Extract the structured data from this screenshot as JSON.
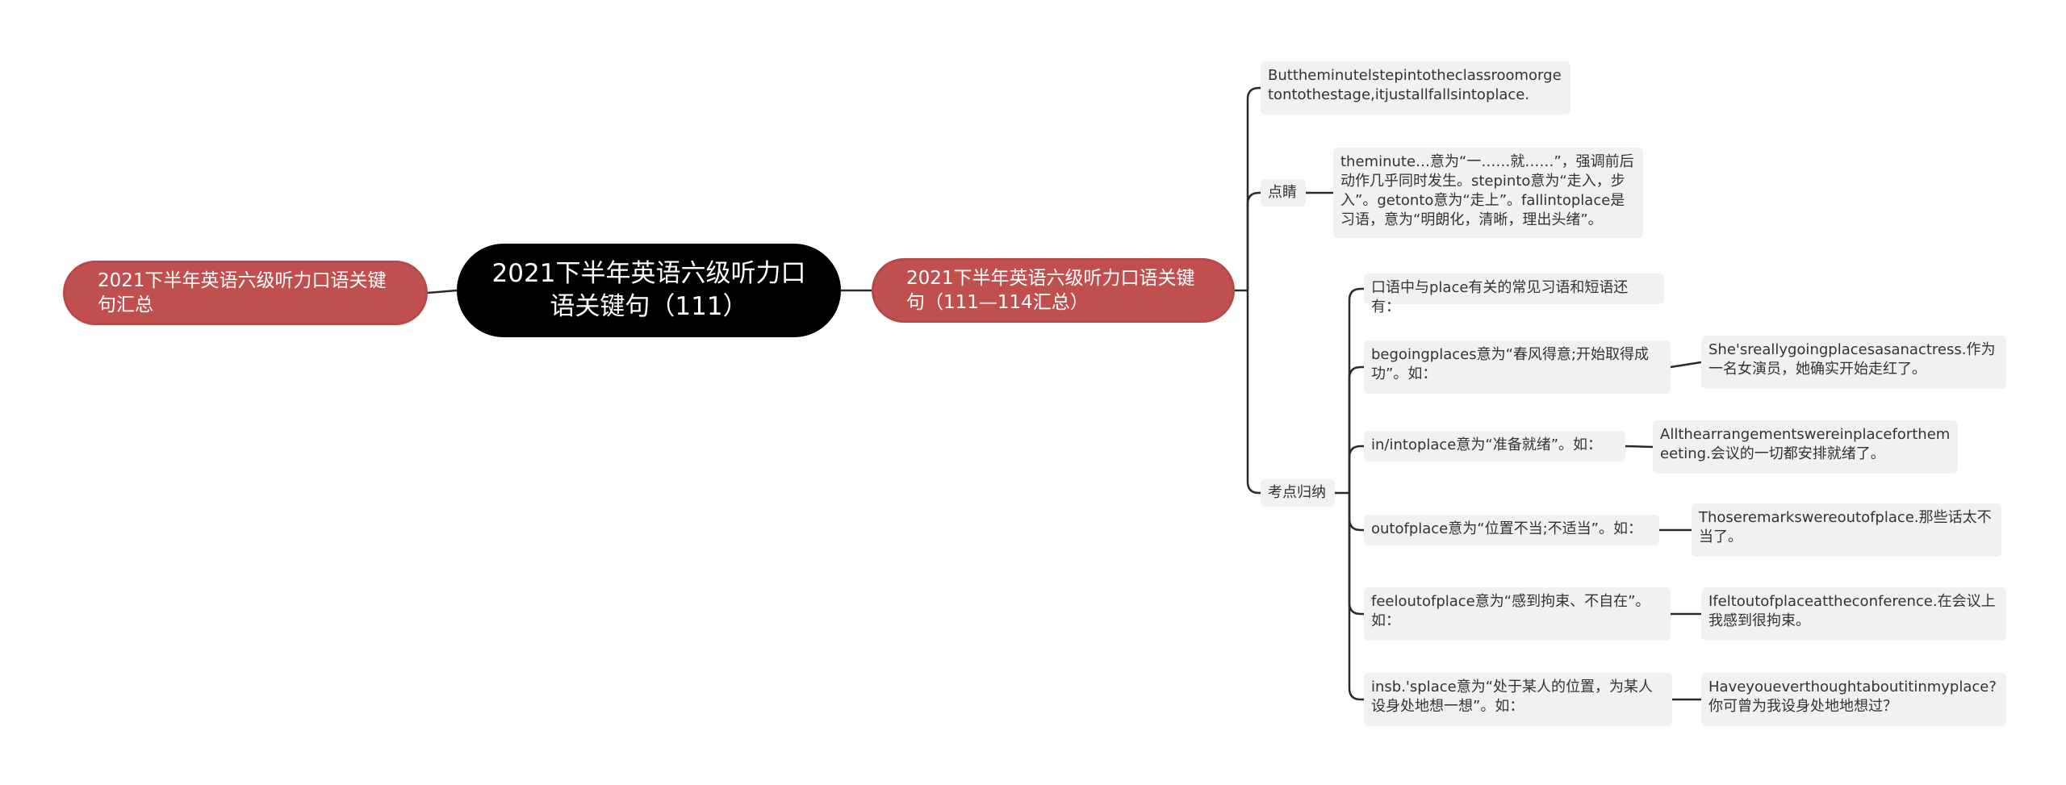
{
  "colors": {
    "root_bg": "#000000",
    "main_bg": "#c05050",
    "sub_bg": "#f1f1f1",
    "line": "#2b2b2b",
    "text": "#333333"
  },
  "root": {
    "label": "2021下半年英语六级听力口语关键句（111）"
  },
  "left_branch": {
    "label": "2021下半年英语六级听力口语关键句汇总"
  },
  "right_branch": {
    "label": "2021下半年英语六级听力口语关键句（111—114汇总）",
    "intro": "Buttheminutelstepintotheclassroomorgetontothestage,itjustallfallsintoplace.",
    "dianjing": {
      "label": "点睛",
      "note": "theminute…意为“一……就……”，强调前后动作几乎同时发生。stepinto意为“走入，步入”。getonto意为“走上”。fallintoplace是习语，意为“明朗化，清晰，理出头绪”。"
    },
    "kaodian": {
      "label": "考点归纳",
      "items": [
        {
          "text": "口语中与place有关的常见习语和短语还有：",
          "example": ""
        },
        {
          "text": "begoingplaces意为“春风得意;开始取得成功”。如：",
          "example": "She'sreallygoingplacesasanactress.作为一名女演员，她确实开始走红了。"
        },
        {
          "text": "in/intoplace意为“准备就绪”。如：",
          "example": "Allthearrangementswereinplaceforthemeeting.会议的一切都安排就绪了。"
        },
        {
          "text": "outofplace意为“位置不当;不适当”。如：",
          "example": "Thoseremarkswereoutofplace.那些话太不当了。"
        },
        {
          "text": "feeloutofplace意为“感到拘束、不自在”。如：",
          "example": "Ifeltoutofplaceattheconference.在会议上我感到很拘束。"
        },
        {
          "text": "insb.'splace意为“处于某人的位置，为某人设身处地想一想”。如：",
          "example": "Haveyoueverthoughtaboutitinmyplace?你可曾为我设身处地地想过？"
        }
      ]
    }
  }
}
